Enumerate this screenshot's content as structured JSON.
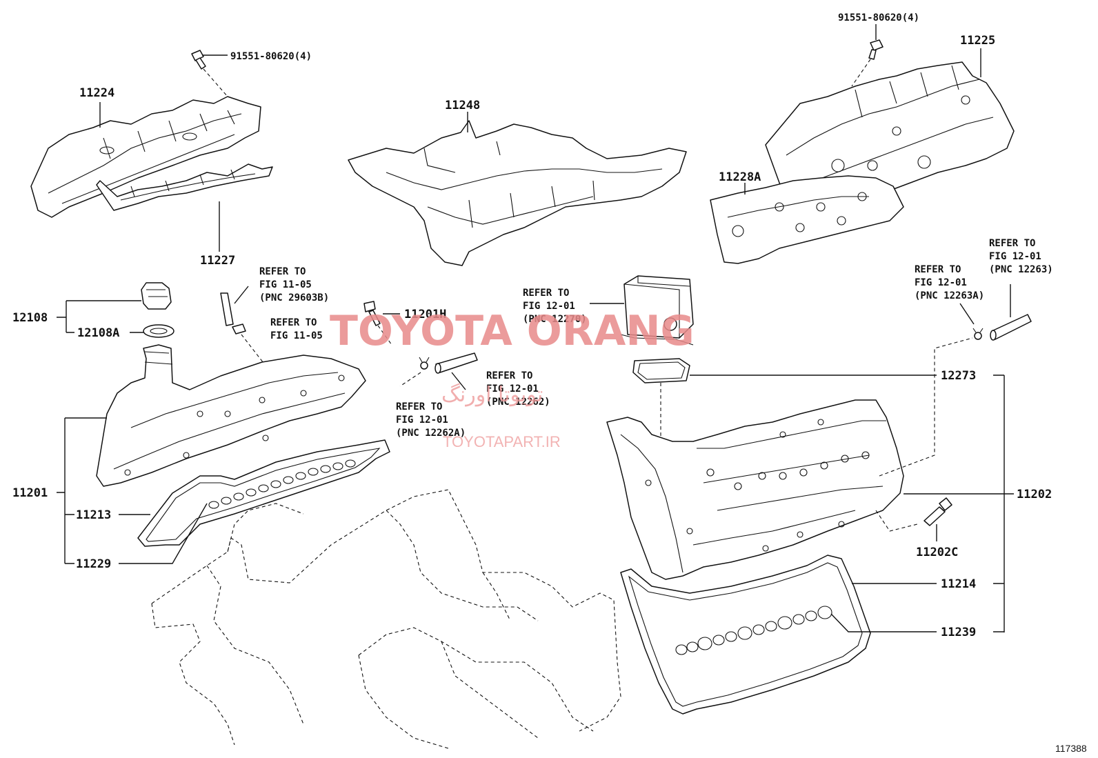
{
  "diagram": {
    "figure_number": "117388",
    "watermark": {
      "brand": "TOYOTA ORANG",
      "persian": "تویوتا اورنگ",
      "url": "TOYOTAPART.IR"
    },
    "part_labels": {
      "p11224": "11224",
      "p11227": "11227",
      "p11248": "11248",
      "p11225": "11225",
      "p11228A": "11228A",
      "p12108": "12108",
      "p12108A": "12108A",
      "p11201H": "11201H",
      "p11201": "11201",
      "p11213": "11213",
      "p11229": "11229",
      "p12273": "12273",
      "p11202": "11202",
      "p11202C": "11202C",
      "p11214": "11214",
      "p11239": "11239",
      "bolt_left": "91551-80620(4)",
      "bolt_right": "91551-80620(4)"
    },
    "references": {
      "r29603B": [
        "REFER TO",
        "FIG 11-05",
        "(PNC 29603B)"
      ],
      "r1105": [
        "REFER TO",
        "FIG 11-05"
      ],
      "r12270": [
        "REFER TO",
        "FIG 12-01",
        "(PNC 12270)"
      ],
      "r12262": [
        "REFER TO",
        "FIG 12-01",
        "(PNC 12262)"
      ],
      "r12262A": [
        "REFER TO",
        "FIG 12-01",
        "(PNC 12262A)"
      ],
      "r12263A": [
        "REFER TO",
        "FIG 12-01",
        "(PNC 12263A)"
      ],
      "r12263": [
        "REFER TO",
        "FIG 12-01",
        "(PNC 12263)"
      ]
    }
  }
}
